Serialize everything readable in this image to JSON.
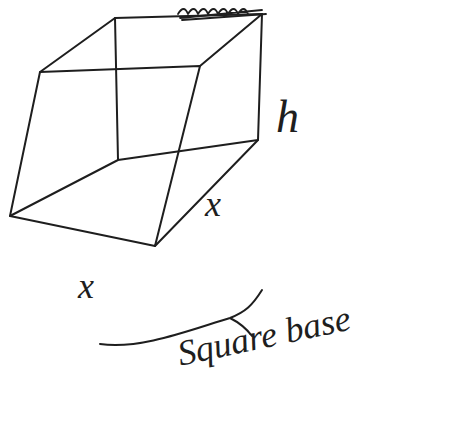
{
  "diagram": {
    "labels": [
      "h",
      "x",
      "x",
      "Square base"
    ]
  }
}
